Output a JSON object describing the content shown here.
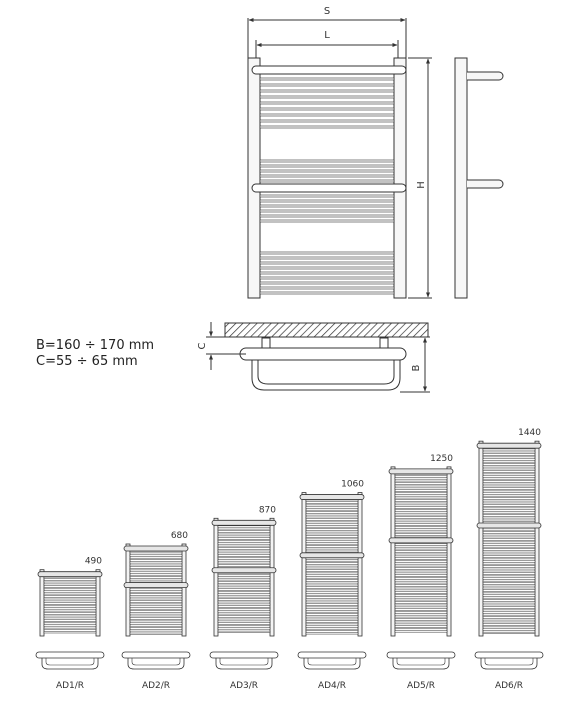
{
  "dimensions": {
    "s_label": "S",
    "l_label": "L",
    "h_label": "H",
    "b_label": "B",
    "c_label": "C"
  },
  "specs": {
    "b_range": "B=160 ÷ 170 mm",
    "c_range": "C=55 ÷ 65 mm"
  },
  "models": [
    {
      "name": "AD1/R",
      "height_mm": 490,
      "height_label": "490"
    },
    {
      "name": "AD2/R",
      "height_mm": 680,
      "height_label": "680"
    },
    {
      "name": "AD3/R",
      "height_mm": 870,
      "height_label": "870"
    },
    {
      "name": "AD4/R",
      "height_mm": 1060,
      "height_label": "1060"
    },
    {
      "name": "AD5/R",
      "height_mm": 1250,
      "height_label": "1250"
    },
    {
      "name": "AD6/R",
      "height_mm": 1440,
      "height_label": "1440"
    }
  ],
  "colors": {
    "line": "#333333",
    "fill": "#f4f4f4",
    "bar": "#e6e6e6"
  }
}
